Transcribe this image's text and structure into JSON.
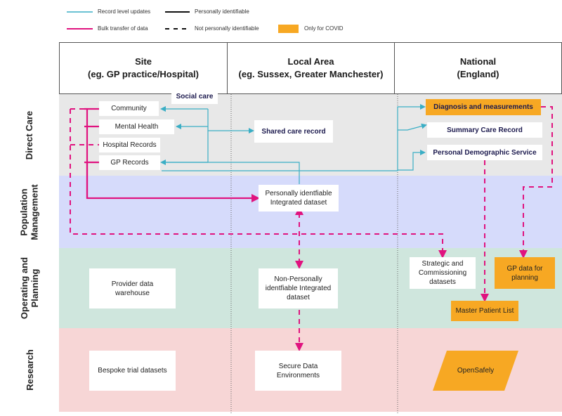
{
  "legend": {
    "record_updates": "Record level updates",
    "bulk_transfer": "Bulk transfer of data",
    "personally_identifiable": "Personally identifiable",
    "not_personally_identifiable": "Not personally identifiable",
    "only_covid": "Only for COVID"
  },
  "columns": {
    "site": {
      "title": "Site",
      "subtitle": "(eg. GP practice/Hospital)"
    },
    "local": {
      "title": "Local Area",
      "subtitle": "(eg. Sussex, Greater Manchester)"
    },
    "national": {
      "title": "National",
      "subtitle": "(England)"
    }
  },
  "rows": {
    "direct_care": "Direct Care",
    "population": "Population\nManagement",
    "operating": "Operating and\nPlanning",
    "research": "Research"
  },
  "nodes": {
    "social_care": "Social care",
    "community": "Community",
    "mental_health": "Mental Health",
    "hospital_records": "Hospital Records",
    "gp_records": "GP Records",
    "shared_care_record": "Shared care record",
    "diagnosis": "Diagnosis and measurements",
    "summary_care_record": "Summary Care Record",
    "pds": "Personal Demographic Service",
    "pi_integrated": "Personally identfiable Integrated dataset",
    "provider_warehouse": "Provider data warehouse",
    "npi_integrated": "Non-Personally identfiable Integrated dataset",
    "strategic": "Strategic and Commissioning datasets",
    "gp_planning": "GP data for planning",
    "master_patient": "Master Patient List",
    "bespoke": "Bespoke trial datasets",
    "secure_data": "Secure Data Environments",
    "opensafely": "OpenSafely"
  },
  "colors": {
    "record_line": "#3aaec5",
    "bulk_line": "#e0137f",
    "covid": "#f7a823",
    "direct_care_bg": "#e8e8e8",
    "population_bg": "#d6dbfb",
    "operating_bg": "#cfe6dd",
    "research_bg": "#f7d6d6"
  }
}
